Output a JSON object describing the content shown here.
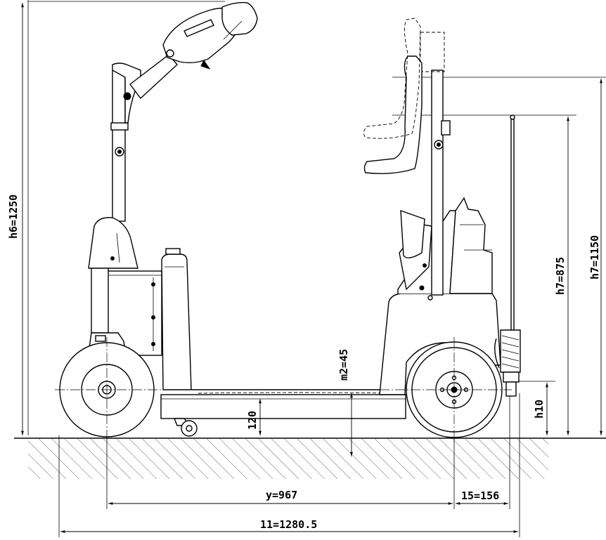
{
  "labels": {
    "overall_height": "h6=1250",
    "seat_height": "h7=875",
    "backrest_height": "h7=1150",
    "floor_height": "m2=45",
    "platform_height": "120",
    "coupling_height": "h10",
    "wheelbase": "y=967",
    "rear_overhang": "15=156",
    "overall_length": "11=1280.5"
  }
}
